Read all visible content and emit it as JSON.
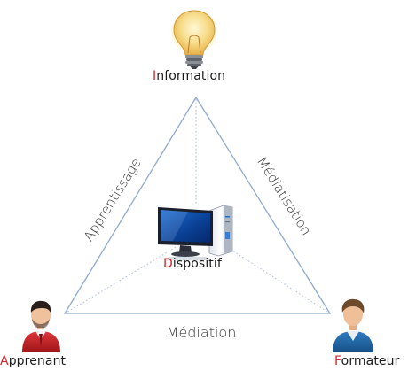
{
  "diagram": {
    "nodes": {
      "top": {
        "initial": "I",
        "rest": "nformation",
        "icon": "lightbulb-icon"
      },
      "center": {
        "initial": "D",
        "rest": "ispositif",
        "icon": "computer-icon"
      },
      "left": {
        "initial": "A",
        "rest": "pprenant",
        "icon": "learner-avatar-icon"
      },
      "right": {
        "initial": "F",
        "rest": "ormateur",
        "icon": "trainer-avatar-icon"
      }
    },
    "edges": {
      "left": "Apprentissage",
      "right": "Médiatisation",
      "bottom": "Médiation"
    },
    "colors": {
      "triangle_line": "#8fa9cf",
      "dotted_line": "#a9bbd6",
      "initial_letter": "#d4262b"
    }
  }
}
